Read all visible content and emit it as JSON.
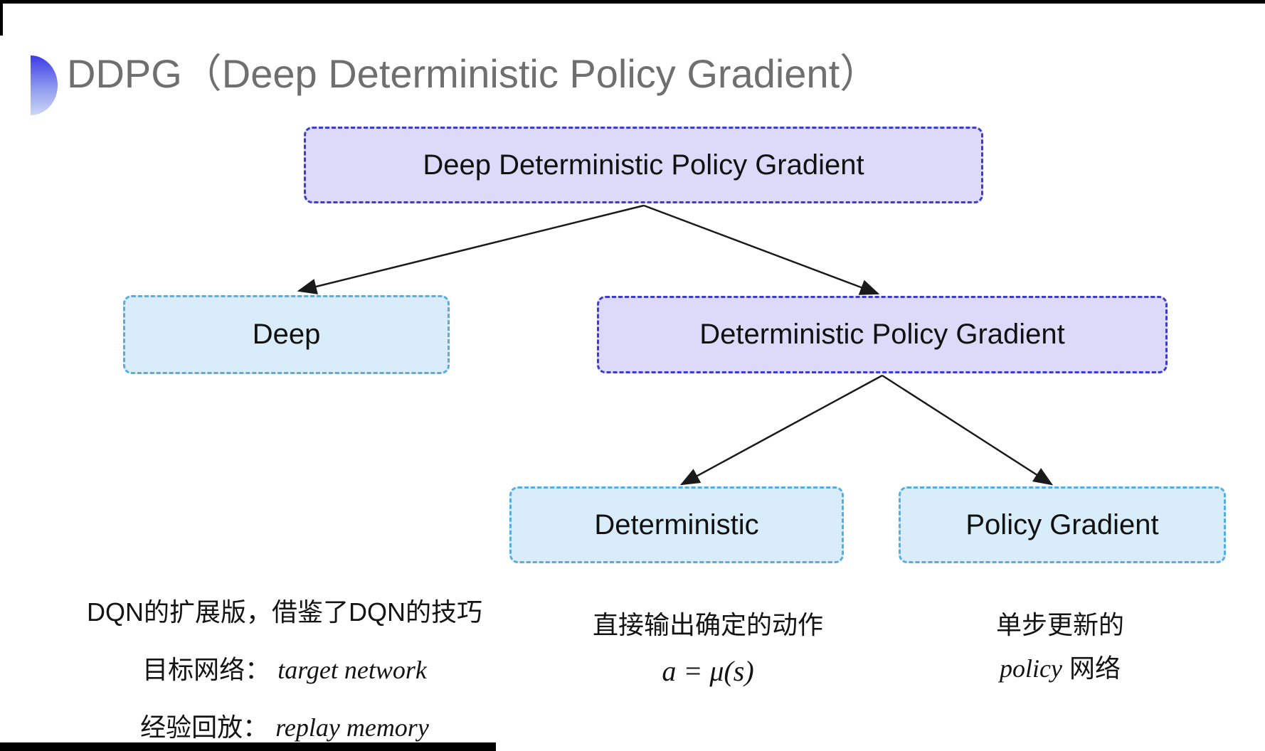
{
  "slide": {
    "title": "DDPG（Deep Deterministic Policy Gradient）"
  },
  "tree": {
    "root": {
      "label": "Deep Deterministic Policy Gradient"
    },
    "children": [
      {
        "label": "Deep"
      },
      {
        "label": "Deterministic Policy Gradient"
      }
    ],
    "grandchildren": [
      {
        "label": "Deterministic"
      },
      {
        "label": "Policy Gradient"
      }
    ]
  },
  "notes": {
    "deep": {
      "line1": "DQN的扩展版，借鉴了DQN的技巧",
      "line2_label": "目标网络：",
      "line2_term": "target network",
      "line3_label": "经验回放：",
      "line3_term": "replay memory"
    },
    "deterministic": {
      "line1": "直接输出确定的动作",
      "formula": "a = μ(s)"
    },
    "policy_gradient": {
      "line1": "单步更新的",
      "line2_term": "policy",
      "line2_rest": " 网络"
    }
  },
  "colors": {
    "lavender_fill": "#dcdaf8",
    "lavender_border": "#3c3ccd",
    "cyan_fill": "#d8edf9",
    "cyan_border": "#58ade0",
    "title_text": "#6f6f6f",
    "box_text": "#111111",
    "arrow": "#1a1a1a",
    "bullet_gradient_top": "#3c3ce6",
    "bullet_gradient_bottom": "#ccd7f5"
  }
}
